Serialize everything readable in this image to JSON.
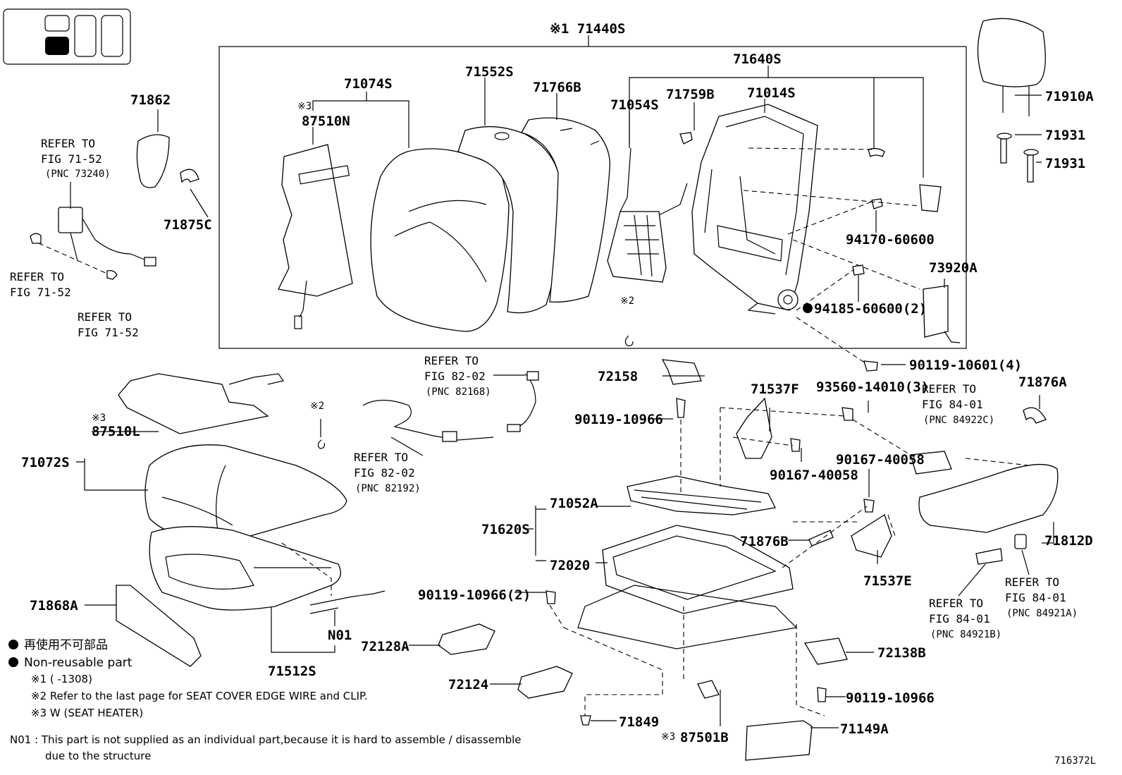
{
  "diagram_id": "716372L",
  "parts": {
    "p71440S": "※1 71440S",
    "p71640S": "71640S",
    "p71074S": "71074S",
    "p71552S": "71552S",
    "p71766B": "71766B",
    "p71054S": "71054S",
    "p71759B": "71759B",
    "p71014S": "71014S",
    "p87510N_note": "※3",
    "p87510N": "87510N",
    "p71862": "71862",
    "p71875C": "71875C",
    "p71910A": "71910A",
    "p71931a": "71931",
    "p71931b": "71931",
    "p94170": "94170-60600",
    "p73920A": "73920A",
    "p94185": "94185-60600(2)",
    "p90119_10601": "90119-10601(4)",
    "p72158": "72158",
    "p90119_10966a": "90119-10966",
    "p71537F": "71537F",
    "p93560": "93560-14010(3)",
    "p90167a": "90167-40058",
    "p90167b": "90167-40058",
    "p71876A": "71876A",
    "p87510L_note": "※3",
    "p87510L": "87510L",
    "p71072S": "71072S",
    "p71052A": "71052A",
    "p71620S": "71620S",
    "p72020": "72020",
    "p71876B": "71876B",
    "p71537E": "71537E",
    "p71812D": "71812D",
    "p71868A": "71868A",
    "p90119_10966_2": "90119-10966(2)",
    "pN01": "N01",
    "p72128A": "72128A",
    "p71512S": "71512S",
    "p72138B": "72138B",
    "p72124": "72124",
    "p90119_10966c": "90119-10966",
    "p71849": "71849",
    "p87501B_note": "※3",
    "p87501B": "87501B",
    "p71149A": "71149A",
    "x2a": "※2",
    "x2b": "※2"
  },
  "refs": {
    "r1": [
      "REFER TO",
      "FIG 71-52",
      "(PNC 73240)"
    ],
    "r2": [
      "REFER TO",
      "FIG 71-52"
    ],
    "r3": [
      "REFER TO",
      "FIG 71-52"
    ],
    "r4": [
      "REFER TO",
      "FIG 82-02",
      "(PNC 82168)"
    ],
    "r5": [
      "REFER TO",
      "FIG 82-02",
      "(PNC 82192)"
    ],
    "r6": [
      "REFER TO",
      "FIG 84-01",
      "(PNC 84922C)"
    ],
    "r7": [
      "REFER TO",
      "FIG 84-01",
      "(PNC 84921B)"
    ],
    "r8": [
      "REFER TO",
      "FIG 84-01",
      "(PNC 84921A)"
    ]
  },
  "legend": {
    "nonreusable_jp": "再使用不可部品",
    "nonreusable_en": "Non-reusable part",
    "note1": "※1 (      -1308)",
    "note2": "※2 Refer to the last page for SEAT COVER EDGE WIRE and CLIP.",
    "note3": "※3 W (SEAT HEATER)",
    "n01_line1": "N01 : This part is not supplied as an individual part,because it is hard to assemble / disassemble",
    "n01_line2": "due to the structure"
  }
}
